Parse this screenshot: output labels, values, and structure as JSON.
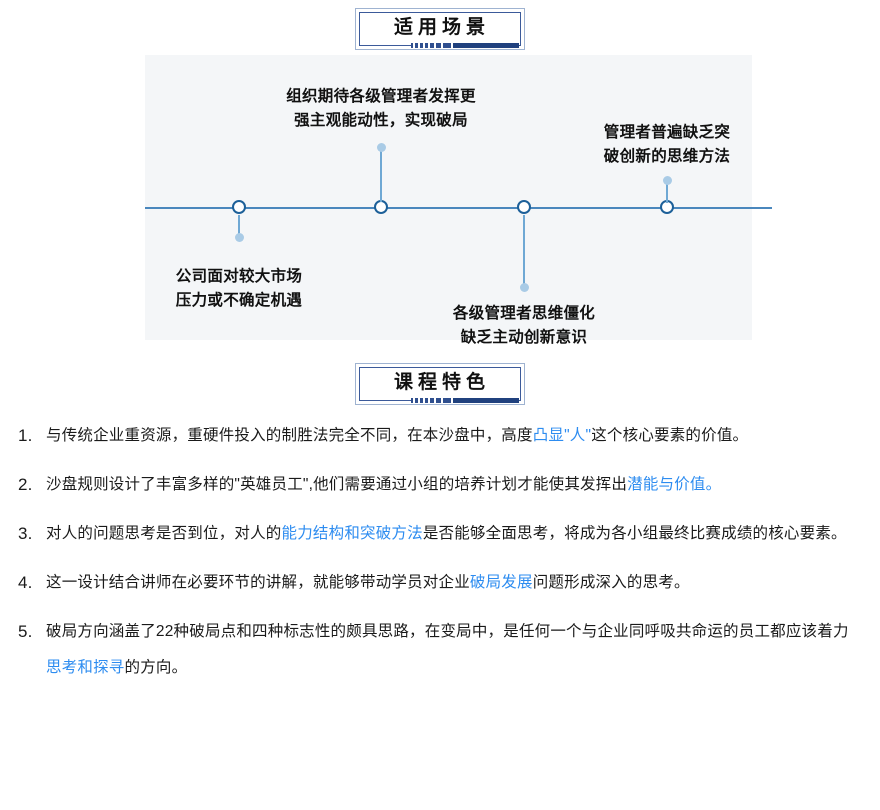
{
  "sections": {
    "scenario_header": "适用场景",
    "features_header": "课程特色"
  },
  "timeline": {
    "axis_color": "#4a87bd",
    "node_ring_color": "#1d6099",
    "stem_color": "#6fa8d4",
    "panel_background": "#f4f6f8",
    "nodes": [
      {
        "id": "node-1",
        "position": "below",
        "label_line1": "公司面对较大市场",
        "label_line2": "压力或不确定机遇"
      },
      {
        "id": "node-2",
        "position": "above",
        "label_line1": "组织期待各级管理者发挥更",
        "label_line2": "强主观能动性，实现破局"
      },
      {
        "id": "node-3",
        "position": "below",
        "label_line1": "各级管理者思维僵化",
        "label_line2": "缺乏主动创新意识"
      },
      {
        "id": "node-4",
        "position": "above",
        "label_line1": "管理者普遍缺乏突",
        "label_line2": "破创新的思维方法"
      }
    ]
  },
  "features": {
    "highlight_color": "#2d8cf0",
    "items": [
      {
        "number": "1.",
        "parts": [
          {
            "text": "与传统企业重资源，重硬件投入的制胜法完全不同，在本沙盘中，高度",
            "highlight": false
          },
          {
            "text": "凸显\"人\"",
            "highlight": true
          },
          {
            "text": "这个核心要素的价值。",
            "highlight": false
          }
        ]
      },
      {
        "number": "2.",
        "parts": [
          {
            "text": "沙盘规则设计了丰富多样的\"英雄员工\",他们需要通过小组的培养计划才能使其发挥出",
            "highlight": false
          },
          {
            "text": "潜能与价值。",
            "highlight": true
          }
        ]
      },
      {
        "number": "3.",
        "parts": [
          {
            "text": "对人的问题思考是否到位，对人的",
            "highlight": false
          },
          {
            "text": "能力结构和突破方法",
            "highlight": true
          },
          {
            "text": "是否能够全面思考，将成为各小组最终比赛成绩的核心要素。",
            "highlight": false
          }
        ]
      },
      {
        "number": "4.",
        "parts": [
          {
            "text": "这一设计结合讲师在必要环节的讲解，就能够带动学员对企业",
            "highlight": false
          },
          {
            "text": "破局发展",
            "highlight": true
          },
          {
            "text": "问题形成深入的思考。",
            "highlight": false
          }
        ]
      },
      {
        "number": "5.",
        "parts": [
          {
            "text": "破局方向涵盖了22种破局点和四种标志性的颇具思路，在变局中，是任何一个与企业同呼吸共命运的员工都应该着力",
            "highlight": false
          },
          {
            "text": "思考和探寻",
            "highlight": true
          },
          {
            "text": "的方向。",
            "highlight": false
          }
        ]
      }
    ]
  }
}
